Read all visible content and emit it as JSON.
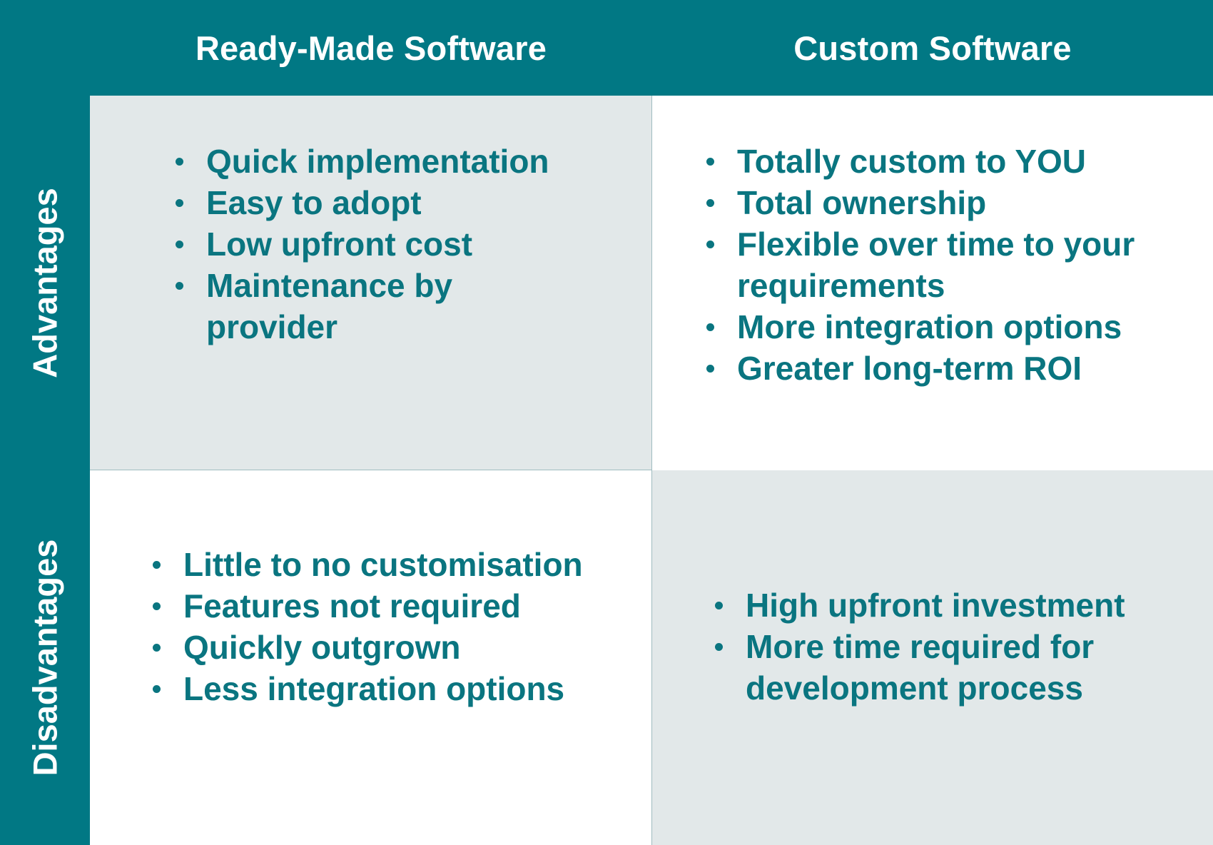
{
  "columns": {
    "left": "Ready-Made Software",
    "right": "Custom Software"
  },
  "rows": {
    "top": "Advantages",
    "bottom": "Disadvantages"
  },
  "cells": {
    "ready_made_advantages": [
      "Quick implementation",
      "Easy to adopt",
      "Low upfront cost",
      "Maintenance by provider"
    ],
    "custom_advantages": [
      "Totally custom to YOU",
      "Total ownership",
      "Flexible over time to your requirements",
      "More integration options",
      "Greater long-term ROI"
    ],
    "ready_made_disadvantages": [
      "Little to no customisation",
      "Features not required",
      "Quickly outgrown",
      "Less integration options"
    ],
    "custom_disadvantages": [
      "High upfront investment",
      "More time required for development process"
    ]
  },
  "colors": {
    "header_bg": "#017884",
    "header_text": "#ffffff",
    "shaded_cell": "#e2e8e9",
    "plain_cell": "#ffffff",
    "bullet_text": "#0a7580"
  }
}
